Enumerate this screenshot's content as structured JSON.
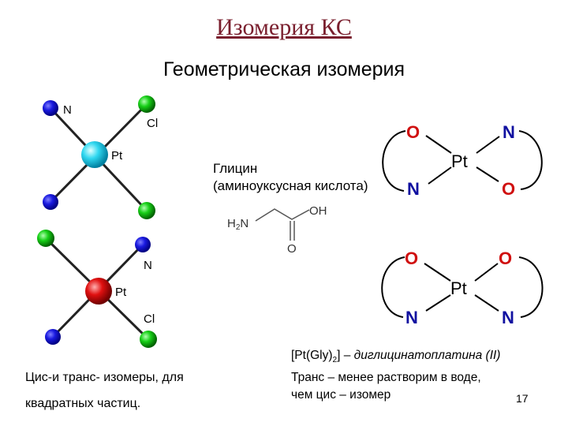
{
  "header": {
    "title": "Изомерия КС",
    "subtitle": "Геометрическая изомерия"
  },
  "molecule_top": {
    "labels": {
      "n": "N",
      "cl": "Cl",
      "pt": "Pt"
    }
  },
  "molecule_bottom": {
    "labels": {
      "n": "N",
      "cl": "Cl",
      "pt": "Pt"
    }
  },
  "glycine": {
    "name": "Глицин",
    "description": "(аминоуксусная кислота)",
    "oh": "OH",
    "h2n": "H2N",
    "o": "O"
  },
  "ring_trans": {
    "o_left": "O",
    "n_right": "N",
    "pt": "Pt",
    "n_left": "N",
    "o_right": "O"
  },
  "ring_cis": {
    "o_left": "O",
    "o_right": "O",
    "pt": "Pt",
    "n_left": "N",
    "n_right": "N"
  },
  "captions": {
    "line1": "Цис-и транс- изомеры, для",
    "line2": "квадратных частиц."
  },
  "formula": {
    "prefix": "[Pt(Gly)",
    "subscript": "2",
    "suffix": "] – ",
    "name": "диглицинатоплатина (II)",
    "line2": "Транс – менее растворим в воде,",
    "line3": "чем цис – изомер"
  },
  "page_number": "17",
  "colors": {
    "title": "#7a1f2e",
    "pt_top": "#2fd6f0",
    "pt_bottom": "#e01010",
    "n_atom": "#1010d0",
    "cl_atom": "#10c010",
    "ring_o": "#d01010",
    "ring_n": "#1010a0"
  }
}
